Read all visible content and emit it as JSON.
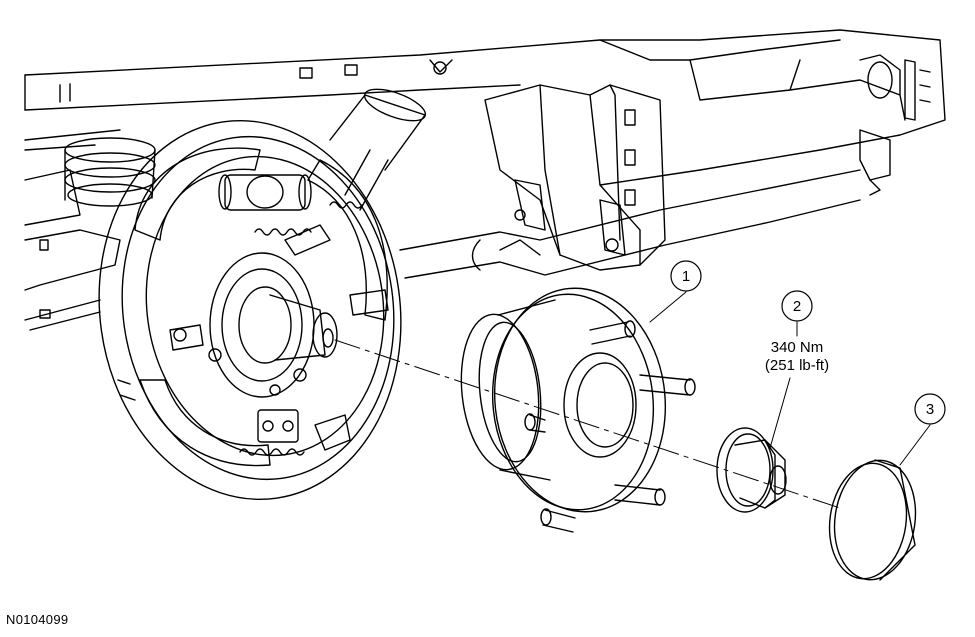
{
  "callouts": [
    {
      "number": "1"
    },
    {
      "number": "2"
    },
    {
      "number": "3"
    }
  ],
  "torque": {
    "metric": "340 Nm",
    "imperial": "(251 lb-ft)"
  },
  "figure_id": "N0104099",
  "colors": {
    "line": "#000000",
    "background": "#ffffff"
  }
}
